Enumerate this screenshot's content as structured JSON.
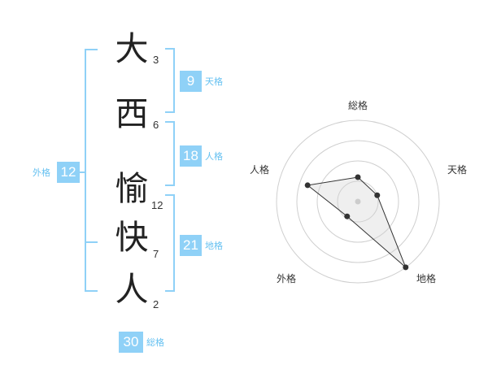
{
  "name": {
    "characters": [
      {
        "char": "大",
        "strokes": "3"
      },
      {
        "char": "西",
        "strokes": "6"
      },
      {
        "char": "愉",
        "strokes": "12"
      },
      {
        "char": "快",
        "strokes": "7"
      },
      {
        "char": "人",
        "strokes": "2"
      }
    ]
  },
  "grids": {
    "tenkaku": {
      "value": "9",
      "label": "天格"
    },
    "jinkaku": {
      "value": "18",
      "label": "人格"
    },
    "chikaku": {
      "value": "21",
      "label": "地格"
    },
    "gaikaku": {
      "value": "12",
      "label": "外格"
    },
    "soukaku": {
      "value": "30",
      "label": "総格"
    }
  },
  "colors": {
    "accent": "#8fd1f7",
    "label": "#66c1f1",
    "text": "#222222"
  },
  "chart_data": {
    "type": "radar",
    "axes": [
      "総格",
      "天格",
      "地格",
      "外格",
      "人格"
    ],
    "rings": 4,
    "values": [
      1.2,
      1.0,
      4.0,
      0.9,
      2.6
    ],
    "max": 4
  }
}
